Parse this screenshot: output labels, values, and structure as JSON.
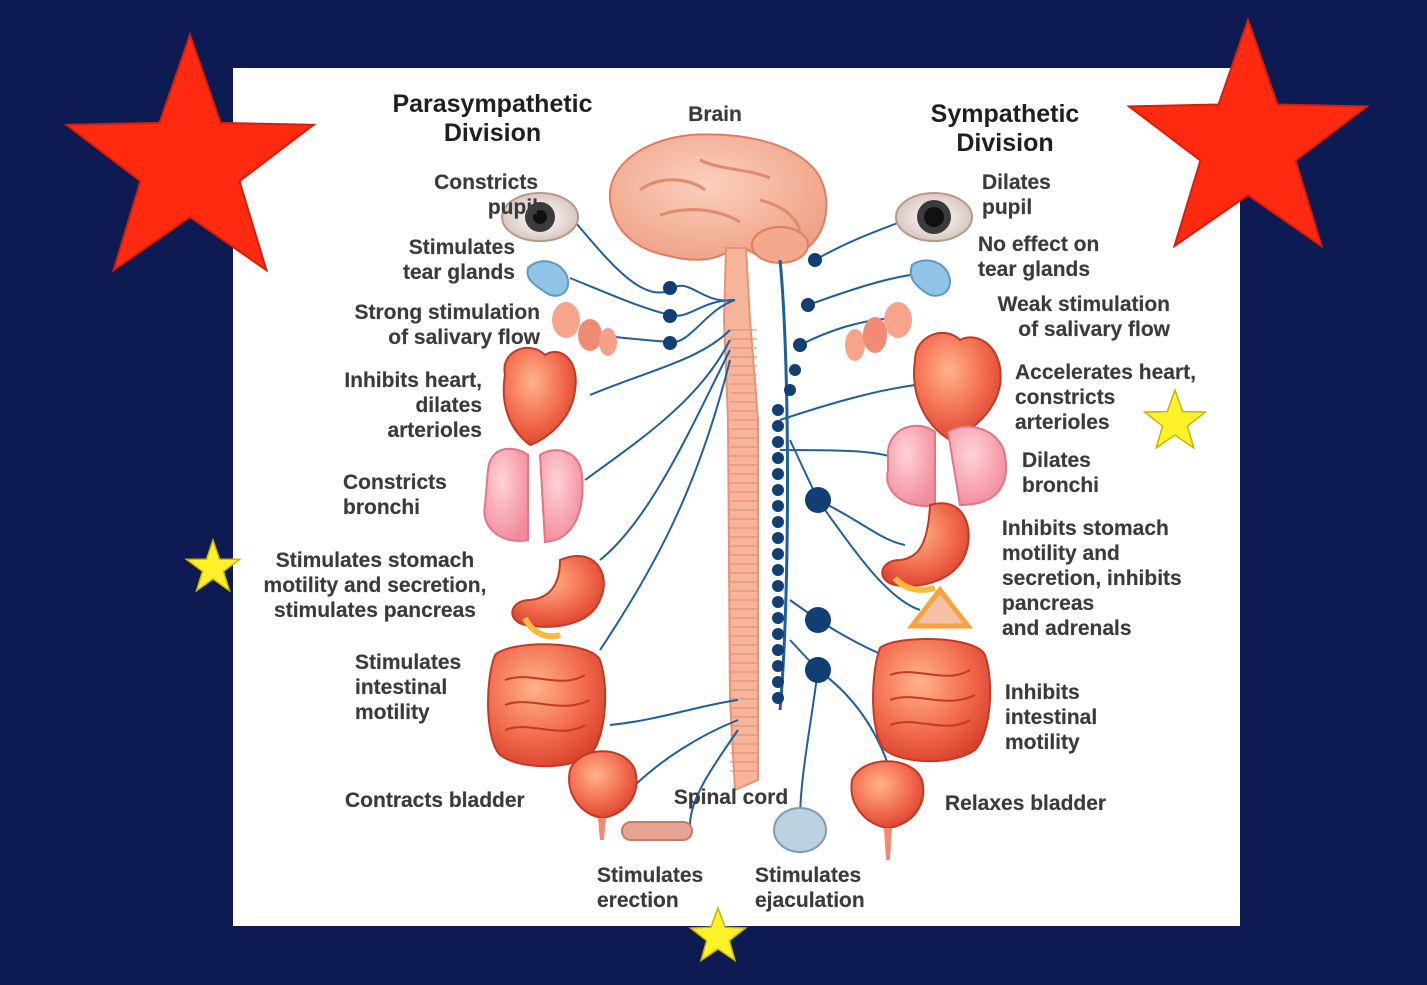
{
  "titles": {
    "parasympathetic": "Parasympathetic\nDivision",
    "sympathetic": "Sympathetic\nDivision",
    "brain": "Brain",
    "spinal_cord": "Spinal cord"
  },
  "parasympathetic_effects": [
    "Constricts\npupil",
    "Stimulates\ntear glands",
    "Strong stimulation\nof salivary flow",
    "Inhibits heart,\ndilates\narterioles",
    "Constricts\nbronchi",
    "Stimulates stomach\nmotility and secretion,\nstimulates pancreas",
    "Stimulates\nintestinal\nmotility",
    "Contracts bladder",
    "Stimulates\nerection"
  ],
  "sympathetic_effects": [
    "Dilates\npupil",
    "No effect on\ntear glands",
    "Weak stimulation\nof salivary flow",
    "Accelerates heart,\nconstricts\narterioles",
    "Dilates\nbronchi",
    "Inhibits stomach\nmotility and\nsecretion, inhibits\npancreas\nand adrenals",
    "Inhibits\nintestinal\nmotility",
    "Relaxes bladder",
    "Stimulates\nejaculation"
  ],
  "colors": {
    "background": "#0e1a52",
    "panel": "#ffffff",
    "nerve": "#1f5f9e",
    "ganglion": "#123f73",
    "red_star": "#ff2a10",
    "yellow_star": "#fff22a",
    "organ": "#f26b4f",
    "cord": "#f6b49b"
  }
}
